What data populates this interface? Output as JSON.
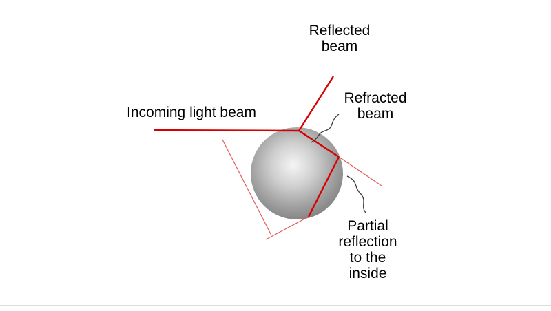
{
  "frame": {
    "background": "#ffffff",
    "border_color": "#dcdcdc"
  },
  "colors": {
    "beam_red": "#d60000",
    "thin_beam_pink": "#e25a5a",
    "pointer_gray": "#3a3a3a",
    "text_black": "#000000",
    "sphere_gradient": [
      "#f5f5f5",
      "#cfcfcf",
      "#a2a2a2",
      "#818181"
    ]
  },
  "labels": {
    "incoming_beam": "Incoming light beam",
    "reflected_beam": "Reflected\nbeam",
    "refracted_beam": "Refracted\nbeam",
    "partial_reflection": "Partial\nreflection\nto the\ninside"
  }
}
